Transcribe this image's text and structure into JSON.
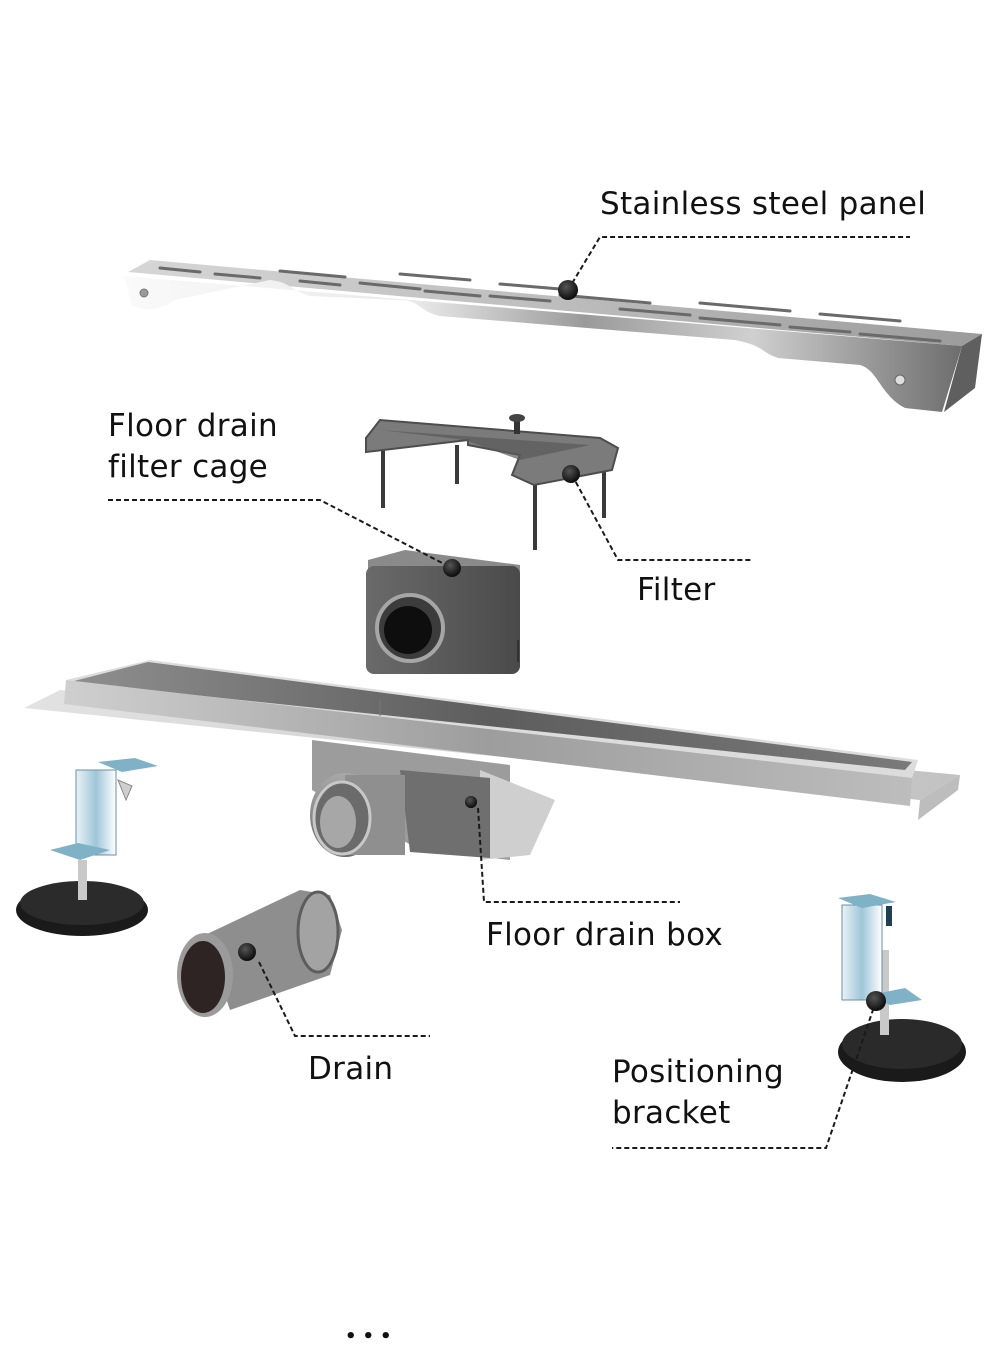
{
  "diagram": {
    "type": "exploded-product-view",
    "background": "#ffffff",
    "accent_colors": {
      "steel_light": "#e8e8e8",
      "steel_mid": "#a9a9a9",
      "steel_dark": "#5c5c5c",
      "plastic_gray": "#6e6e6e",
      "rubber_black": "#1c1c1c",
      "zinc_blue": "#8fbcd0",
      "callout": "#1a1a1a"
    },
    "parts": [
      {
        "id": "stainless-steel-panel",
        "label": "Stainless steel panel"
      },
      {
        "id": "floor-drain-filter-cage",
        "label_lines": [
          "Floor drain",
          "filter cage"
        ]
      },
      {
        "id": "filter",
        "label": "Filter"
      },
      {
        "id": "floor-drain-box",
        "label": "Floor drain box"
      },
      {
        "id": "drain",
        "label": "Drain"
      },
      {
        "id": "positioning-bracket",
        "label_lines": [
          "Positioning",
          "bracket"
        ]
      }
    ],
    "footer_text": "•••"
  }
}
